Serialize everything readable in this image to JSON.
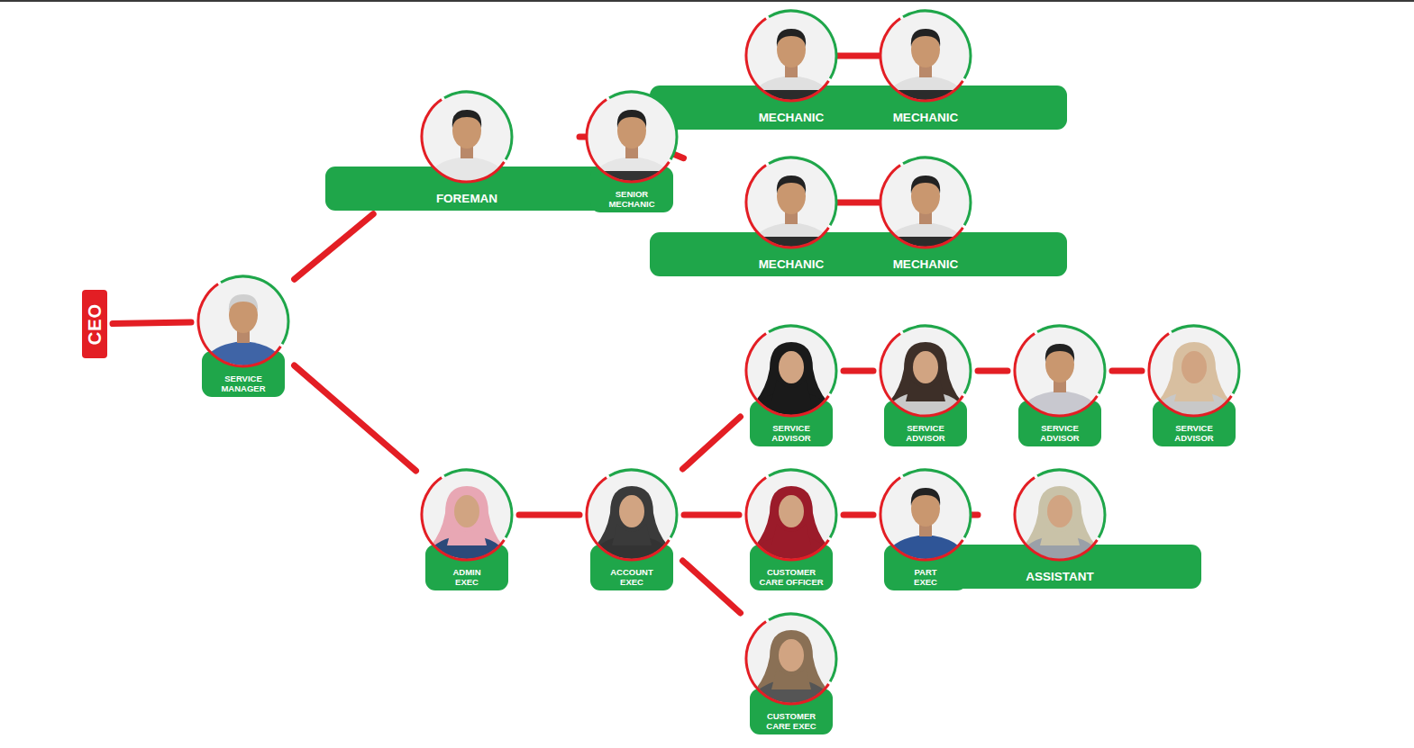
{
  "diagram": {
    "nodes": [
      {
        "text": [
          "CEO"
        ]
      },
      {
        "text": [
          "SERVICE MANAGER"
        ]
      },
      {
        "text": [
          "FOREMAN"
        ]
      },
      {
        "text": [
          "SENIOR MECHANIC"
        ]
      },
      {
        "text": [
          "MECHANIC"
        ]
      },
      {
        "text": [
          "MECHANIC"
        ]
      },
      {
        "text": [
          "MECHANIC"
        ]
      },
      {
        "text": [
          "MECHANIC"
        ]
      },
      {
        "text": [
          "ADMIN EXEC"
        ]
      },
      {
        "text": [
          "ACCOUNT EXEC"
        ]
      },
      {
        "text": [
          "SERVICE ADVISOR"
        ]
      },
      {
        "text": [
          "SERVICE ADVISOR"
        ]
      },
      {
        "text": [
          "SERVICE ADVISOR"
        ]
      },
      {
        "text": [
          "SERVICE ADVISOR"
        ]
      },
      {
        "text": [
          "CUSTOMER CARE OFFICER"
        ]
      },
      {
        "text": [
          "PART EXEC"
        ]
      },
      {
        "text": [
          "ASSISTANT"
        ]
      },
      {
        "text": [
          "CUSTOMER CARE EXEC"
        ]
      }
    ],
    "edges": [
      {
        "from": 0,
        "to": 1,
        "arrow": "none"
      },
      {
        "from": 1,
        "to": 2,
        "arrow": "none"
      },
      {
        "from": 2,
        "to": 3,
        "arrow": "none"
      },
      {
        "from": 3,
        "to": 4,
        "arrow": "none"
      },
      {
        "from": 4,
        "to": 5,
        "arrow": "none"
      },
      {
        "from": 3,
        "to": 6,
        "arrow": "none"
      },
      {
        "from": 6,
        "to": 7,
        "arrow": "none"
      },
      {
        "from": 1,
        "to": 8,
        "arrow": "none"
      },
      {
        "from": 8,
        "to": 9,
        "arrow": "none"
      },
      {
        "from": 9,
        "to": 10,
        "arrow": "none"
      },
      {
        "from": 10,
        "to": 11,
        "arrow": "none"
      },
      {
        "from": 11,
        "to": 12,
        "arrow": "none"
      },
      {
        "from": 12,
        "to": 13,
        "arrow": "none"
      },
      {
        "from": 9,
        "to": 14,
        "arrow": "none"
      },
      {
        "from": 14,
        "to": 15,
        "arrow": "none"
      },
      {
        "from": 15,
        "to": 16,
        "arrow": "none"
      },
      {
        "from": 9,
        "to": 17,
        "arrow": "none"
      }
    ]
  }
}
